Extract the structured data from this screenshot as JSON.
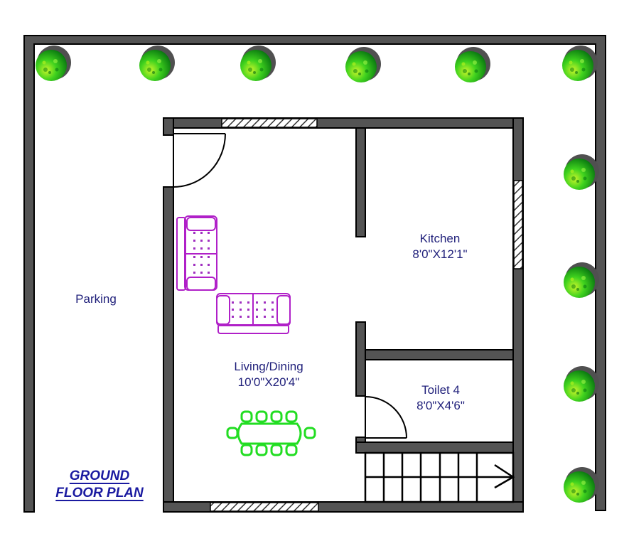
{
  "plan": {
    "title_line1": "GROUND",
    "title_line2": "FLOOR PLAN",
    "colors": {
      "wall": "#545454",
      "wall_outline": "#000000",
      "label_text": "#1f1f7a",
      "title_text": "#1a1aa0",
      "sofa": "#b020c8",
      "dining": "#22dd22",
      "tree_light": "#aef020",
      "tree_mid": "#2ec41a",
      "tree_dark": "#0a7a10",
      "tree_shadow": "#505050"
    }
  },
  "rooms": [
    {
      "name": "Parking",
      "dimensions": ""
    },
    {
      "name": "Kitchen",
      "dimensions": "8'0\"X12'1\""
    },
    {
      "name": "Living/Dining",
      "dimensions": "10'0\"X20'4\""
    },
    {
      "name": "Toilet 4",
      "dimensions": "8'0\"X4'6\""
    }
  ],
  "fixtures": {
    "sofas": [
      "l-sofa-vertical",
      "sofa-horizontal"
    ],
    "dining_table_chairs": 10,
    "stair_treads": 8,
    "doors": [
      "main-entrance-door",
      "toilet-door"
    ],
    "windows": [
      "living-top-window",
      "living-bottom-window",
      "kitchen-window"
    ],
    "trees": 10
  }
}
